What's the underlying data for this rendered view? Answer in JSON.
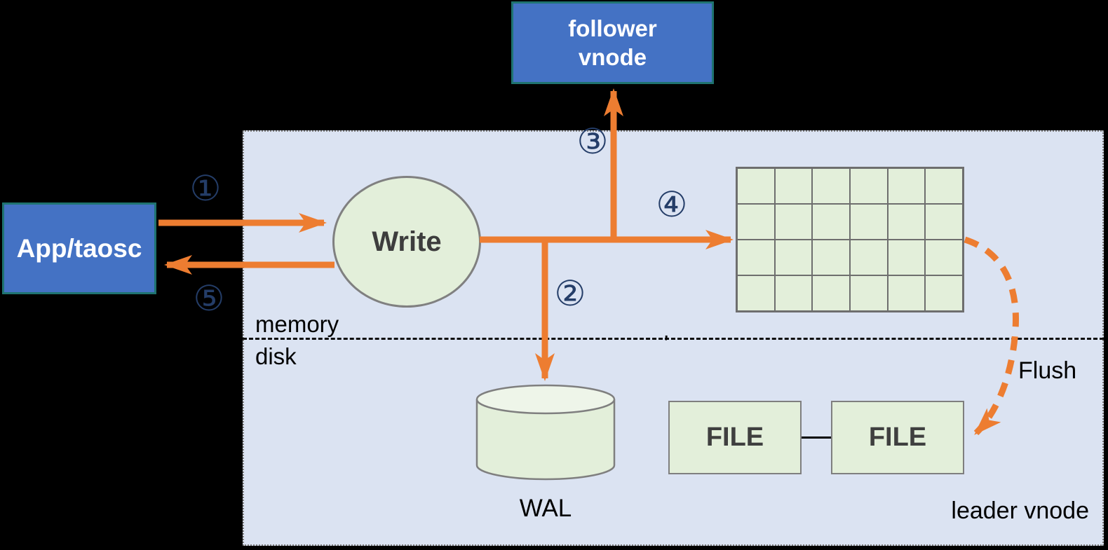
{
  "diagram": {
    "nodes": {
      "app": {
        "label": "App/taosc"
      },
      "follower": {
        "line1": "follower",
        "line2": "vnode"
      },
      "write": {
        "label": "Write"
      },
      "wal": {
        "label": "WAL"
      },
      "file_left": {
        "label": "FILE"
      },
      "file_right": {
        "label": "FILE"
      },
      "leader": {
        "label": "leader vnode"
      }
    },
    "zones": {
      "memory": "memory",
      "disk": "disk"
    },
    "flush": {
      "label": "Flush"
    },
    "steps": [
      {
        "id": 1,
        "label": "①"
      },
      {
        "id": 2,
        "label": "②"
      },
      {
        "id": 3,
        "label": "③"
      },
      {
        "id": 4,
        "label": "④"
      },
      {
        "id": 5,
        "label": "⑤"
      }
    ],
    "memtable": {
      "rows": 4,
      "cols": 6
    },
    "divider_mark": ",",
    "colors": {
      "node_blue": "#4472c4",
      "node_border_teal": "#1f7370",
      "green_fill": "#e3efda",
      "green_border": "#7f7f7f",
      "arrow_orange": "#ed7d31",
      "panel_fill": "#dbe3f2",
      "step_navy": "#243d68"
    }
  }
}
